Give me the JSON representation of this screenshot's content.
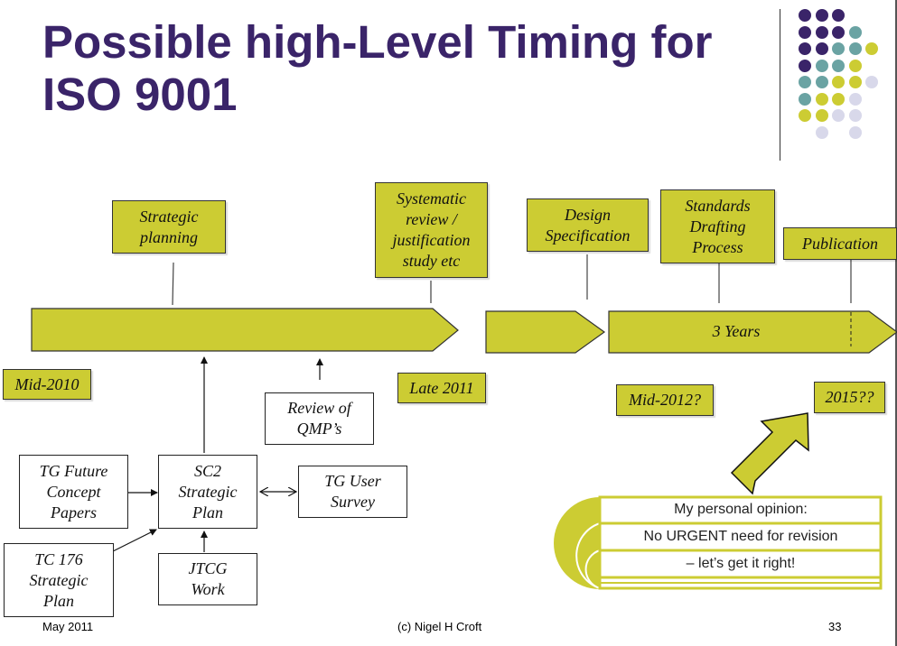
{
  "slide": {
    "title_lines": [
      "Possible high-Level Timing for",
      "ISO 9001"
    ],
    "colors": {
      "title": "#3a2469",
      "accent_yellow": "#cccc33",
      "teal": "#6aa3a3",
      "lavender": "#d8d8ea",
      "purple": "#3a2469"
    }
  },
  "decor_dots": {
    "rows": [
      [
        "purple",
        "purple",
        "purple"
      ],
      [
        "purple",
        "purple",
        "purple",
        "teal"
      ],
      [
        "purple",
        "purple",
        "teal",
        "teal",
        "yellow"
      ],
      [
        "purple",
        "teal",
        "teal",
        "yellow"
      ],
      [
        "teal",
        "teal",
        "yellow",
        "yellow",
        "lavender"
      ],
      [
        "teal",
        "yellow",
        "yellow",
        "lavender"
      ],
      [
        "yellow",
        "yellow",
        "lavender",
        "lavender"
      ],
      [
        "",
        "lavender",
        "",
        "lavender"
      ]
    ]
  },
  "timeline": {
    "phases": [
      {
        "label": "Strategic planning",
        "lines": [
          "Strategic",
          "planning"
        ]
      },
      {
        "label": "Systematic review / justification study etc",
        "lines": [
          "Systematic",
          "review /",
          "justification",
          "study etc"
        ]
      },
      {
        "label": "Design Specification",
        "lines": [
          "Design",
          "Specification"
        ]
      },
      {
        "label": "Standards Drafting Process",
        "lines": [
          "Standards",
          "Drafting",
          "Process"
        ]
      },
      {
        "label": "Publication",
        "lines": [
          "Publication"
        ]
      }
    ],
    "bar_label": "3 Years",
    "dates": {
      "mid_2010": "Mid-2010",
      "late_2011": "Late 2011",
      "mid_2012": "Mid-2012?",
      "y2015": "2015??"
    }
  },
  "inputs_diagram": {
    "review_qmp": [
      "Review of",
      "QMP’s"
    ],
    "tg_future": [
      "TG Future",
      "Concept",
      "Papers"
    ],
    "sc2_plan": [
      "SC2",
      "Strategic",
      "Plan"
    ],
    "tg_user_survey": [
      "TG User",
      "Survey"
    ],
    "tc176_plan": [
      "TC 176",
      "Strategic",
      "Plan"
    ],
    "jtcg_work": [
      "JTCG",
      "Work"
    ]
  },
  "opinion": {
    "lines": [
      "My personal opinion:",
      "No URGENT need for revision",
      "– let’s get it right!"
    ]
  },
  "footer": {
    "date": "May 2011",
    "copyright": "(c) Nigel H Croft",
    "page_number": "33"
  }
}
